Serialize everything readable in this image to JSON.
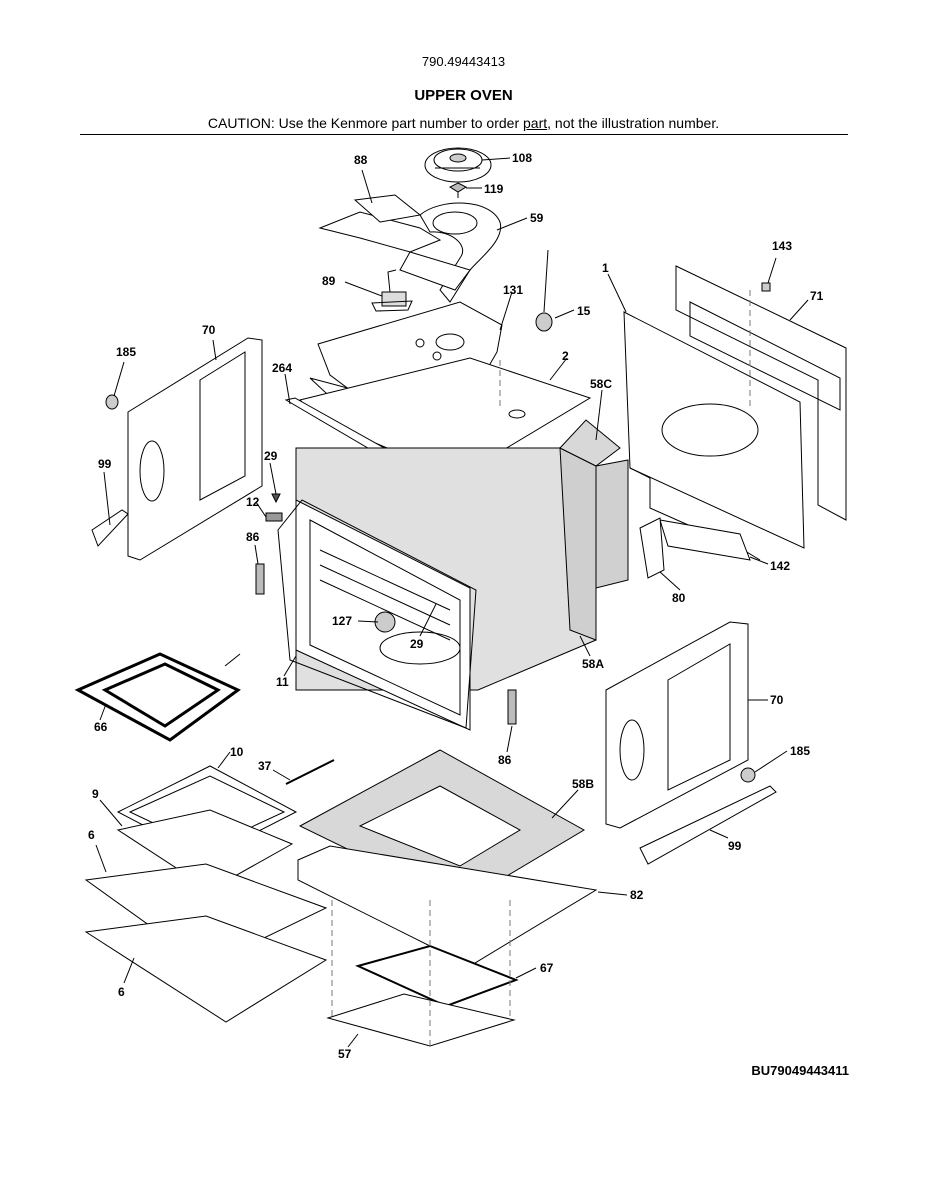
{
  "header": {
    "model_number": "790.49443413",
    "title": "UPPER OVEN",
    "caution_before": "CAUTION: Use the Kenmore part number to order ",
    "caution_link": "part",
    "caution_after": ", not the illustration number."
  },
  "callouts": [
    "108",
    "88",
    "119",
    "59",
    "143",
    "89",
    "131",
    "1",
    "71",
    "15",
    "70",
    "185",
    "264",
    "2",
    "58C",
    "99",
    "29",
    "12",
    "86",
    "142",
    "80",
    "127",
    "29",
    "58A",
    "11",
    "66",
    "70",
    "86",
    "10",
    "185",
    "37",
    "9",
    "58B",
    "99",
    "6",
    "82",
    "67",
    "6",
    "57"
  ],
  "footer": {
    "diagram_code": "BU79049443411"
  }
}
